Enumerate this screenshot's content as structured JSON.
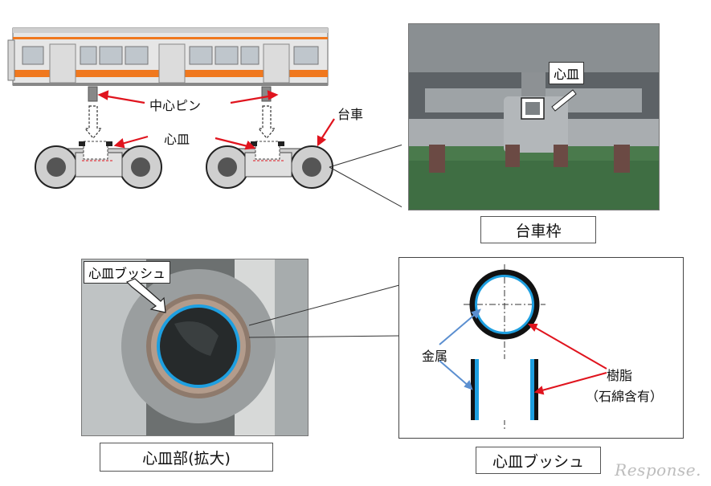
{
  "labels": {
    "center_pin": "中心ピン",
    "bogie": "台車",
    "center_plate": "心皿",
    "photo_callout_plate": "心皿",
    "bogie_frame_caption": "台車枠",
    "bushing_callout": "心皿ブッシュ",
    "enlarged_caption": "心皿部(拡大)",
    "bushing_caption": "心皿ブッシュ",
    "metal": "金属",
    "resin": "樹脂",
    "resin_note": "（石綿含有）"
  },
  "watermark": "Response.",
  "colors": {
    "arrow_red": "#e0141e",
    "arrow_blue": "#5b8fd0",
    "bushing_blue": "#1e9fe0",
    "train_stripe": "#f0781e",
    "train_body": "#e6e6e6"
  }
}
